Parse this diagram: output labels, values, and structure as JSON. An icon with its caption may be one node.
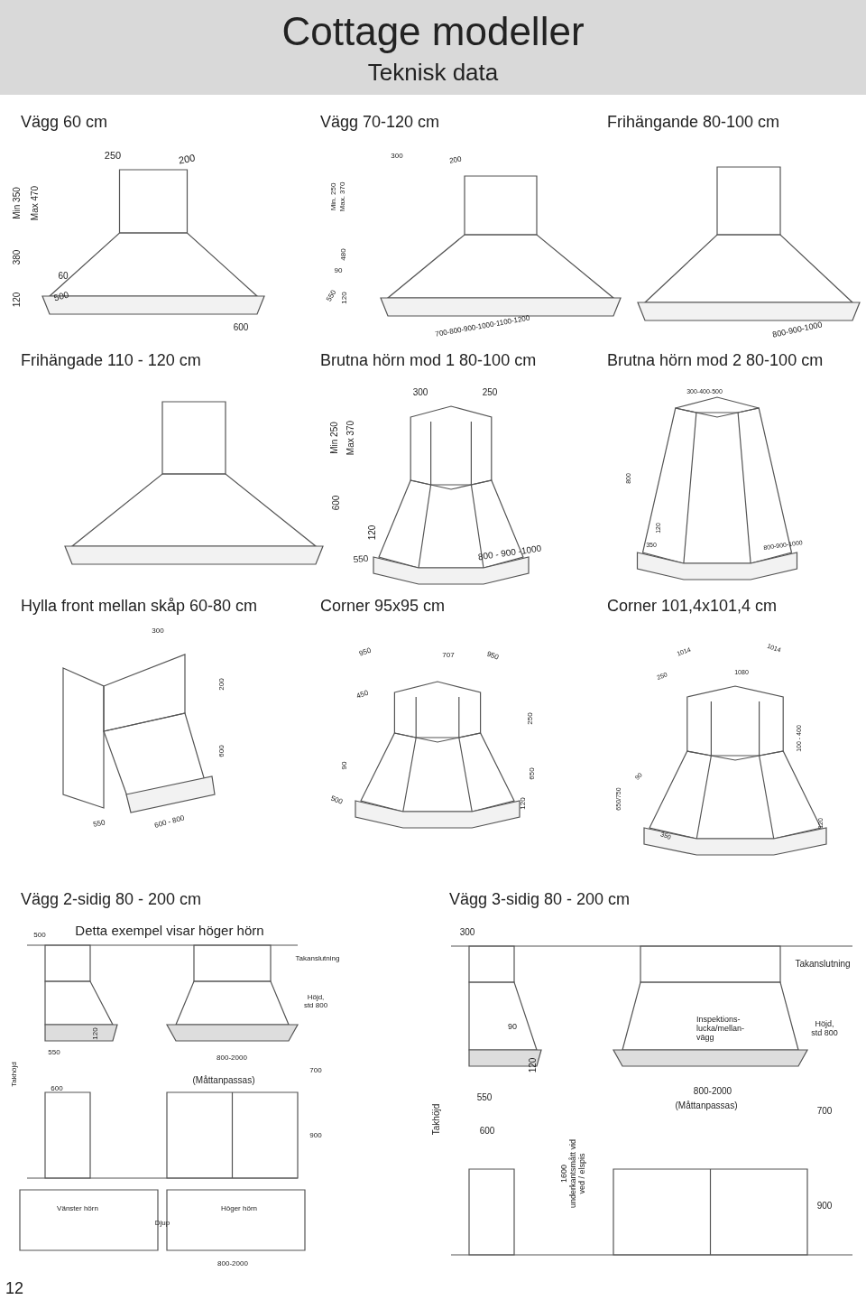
{
  "diagram": {
    "title": "Cottage modeller",
    "labels": [
      "Teknisk data",
      "Vägg 60 cm",
      "250",
      "200",
      "Min 350",
      "Max 470",
      "380",
      "60",
      "120",
      "500",
      "600",
      "Vägg 70-120 cm",
      "300",
      "200",
      "Min. 250",
      "Max. 370",
      "480",
      "90",
      "550",
      "120",
      "700-800-900-1000-1100-1200",
      "Frihängande 80-100 cm",
      "800-900-1000",
      "Frihängade 110 - 120 cm",
      "Brutna hörn mod 1 80-100 cm",
      "300",
      "250",
      "Min 250",
      "Max 370",
      "600",
      "120",
      "550",
      "800 - 900 -1000",
      "Brutna hörn mod 2 80-100 cm",
      "300-400-500",
      "800",
      "120",
      "350",
      "800-900-1000",
      "Hylla front mellan skåp 60-80 cm",
      "Corner 95x95 cm",
      "Corner 101,4x101,4 cm",
      "300",
      "200",
      "600",
      "550",
      "600 - 800",
      "950",
      "707",
      "950",
      "450",
      "250",
      "90",
      "650",
      "500",
      "120",
      "1014",
      "1014",
      "250",
      "1080",
      "100 - 400",
      "90",
      "650/750",
      "350",
      "120",
      "Vägg 2-sidig 80 - 200 cm",
      "Vägg 3-sidig 80 - 200 cm",
      "Detta exempel visar höger hörn",
      "500",
      "Takanslutning",
      "Höjd, std 800",
      "120",
      "550",
      "800-2000",
      "(Måttanpassas)",
      "700",
      "600",
      "Takhöjd",
      "900",
      "Vänster hörn",
      "Höger hörn",
      "Djup",
      "800-2000",
      "300",
      "90",
      "Takanslutning",
      "Inspektions- lucka/mellan- vägg",
      "Höjd, std 800",
      "120",
      "550",
      "800-2000",
      "(Måttanpassas)",
      "600",
      "700",
      "Takhöjd",
      "1600 underkantsmått vid ved / elspis",
      "900",
      "12"
    ]
  }
}
